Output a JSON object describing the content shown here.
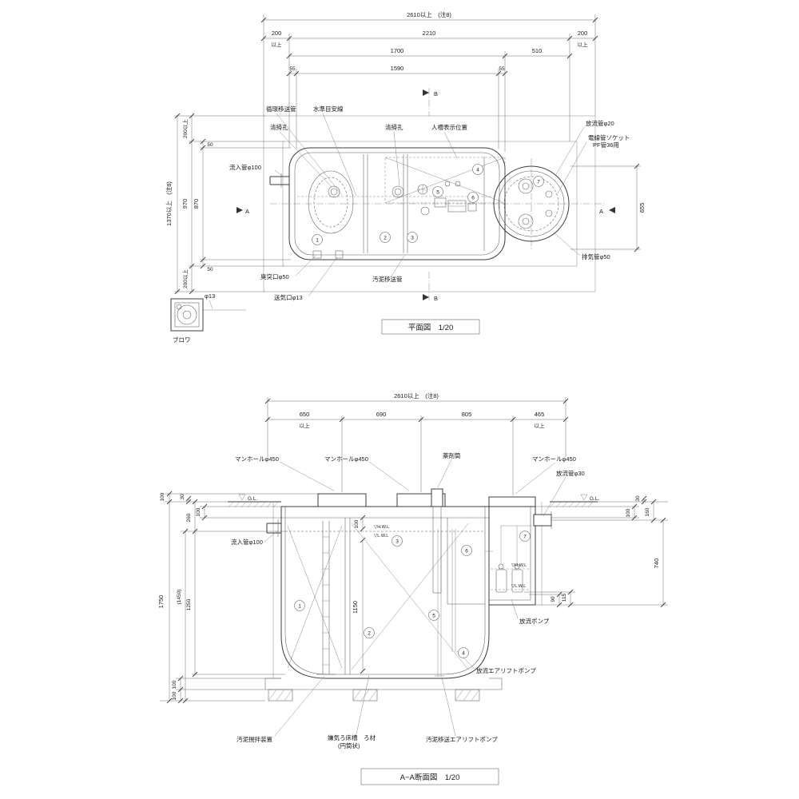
{
  "titles": {
    "plan": "平面図　1/20",
    "section": "A−A断面図　1/20"
  },
  "markers": {
    "a": "A",
    "b": "B"
  },
  "numbers": {
    "n1": "1",
    "n2": "2",
    "n3": "3",
    "n4": "4",
    "n5": "5",
    "n6": "6",
    "n7": "7"
  },
  "plan": {
    "dims": {
      "total": "2610以上　(注8)",
      "m200": "200",
      "ijou": "以上",
      "w2210": "2210",
      "w1700": "1700",
      "w510": "510",
      "w55": "55",
      "w1590": "1590",
      "h_total": "1370以上　(注8)",
      "h200": "200以上",
      "h970": "970",
      "h870": "870",
      "h50": "50",
      "h655": "655",
      "phi13": "φ13"
    },
    "labels": {
      "junkan": "循環移送管",
      "suijun": "水準目安線",
      "seisou1": "清掃孔",
      "seisou2": "清掃孔",
      "ninsou": "人槽表示位置",
      "houryu": "放流管φ20",
      "densen1": "電線管ソケット",
      "densen2": "PF管36用",
      "ryunyu": "流入管φ100",
      "shutotsu": "臭突口φ50",
      "souki": "送気口φ13",
      "odei": "汚泥移送管",
      "haiki": "排気管φ50",
      "blower": "ブロワ"
    }
  },
  "section": {
    "dims": {
      "total": "2610以上　(注8)",
      "w650": "650",
      "ijou": "以上",
      "w690": "690",
      "w805": "805",
      "w465": "465",
      "d100": "100",
      "d30": "30",
      "d260": "260",
      "d160": "160",
      "d1750": "1750",
      "d1450": "(1450)",
      "d1250": "1250",
      "d1150": "1150",
      "d740": "740",
      "d90": "90",
      "d115": "115"
    },
    "labels": {
      "manhole1": "マンホールφ450",
      "manhole2": "マンホールφ450",
      "manhole3": "マンホールφ450",
      "yakuzai": "薬剤筒",
      "houryukan": "放流管φ30",
      "ryunyu": "流入管φ100",
      "gl": "G.L.",
      "hwl": "▽H.W.L",
      "lwl": "▽L.W.L",
      "houryu_pump": "放流ポンプ",
      "houryu_airlift": "放流エアリフトポンプ",
      "odei_airlift": "汚泥移送エアリフトポンプ",
      "kakuhan": "汚泥撹拌装置",
      "rozai1": "嫌気ろ床槽　ろ材",
      "rozai2": "(円筒状)"
    }
  }
}
